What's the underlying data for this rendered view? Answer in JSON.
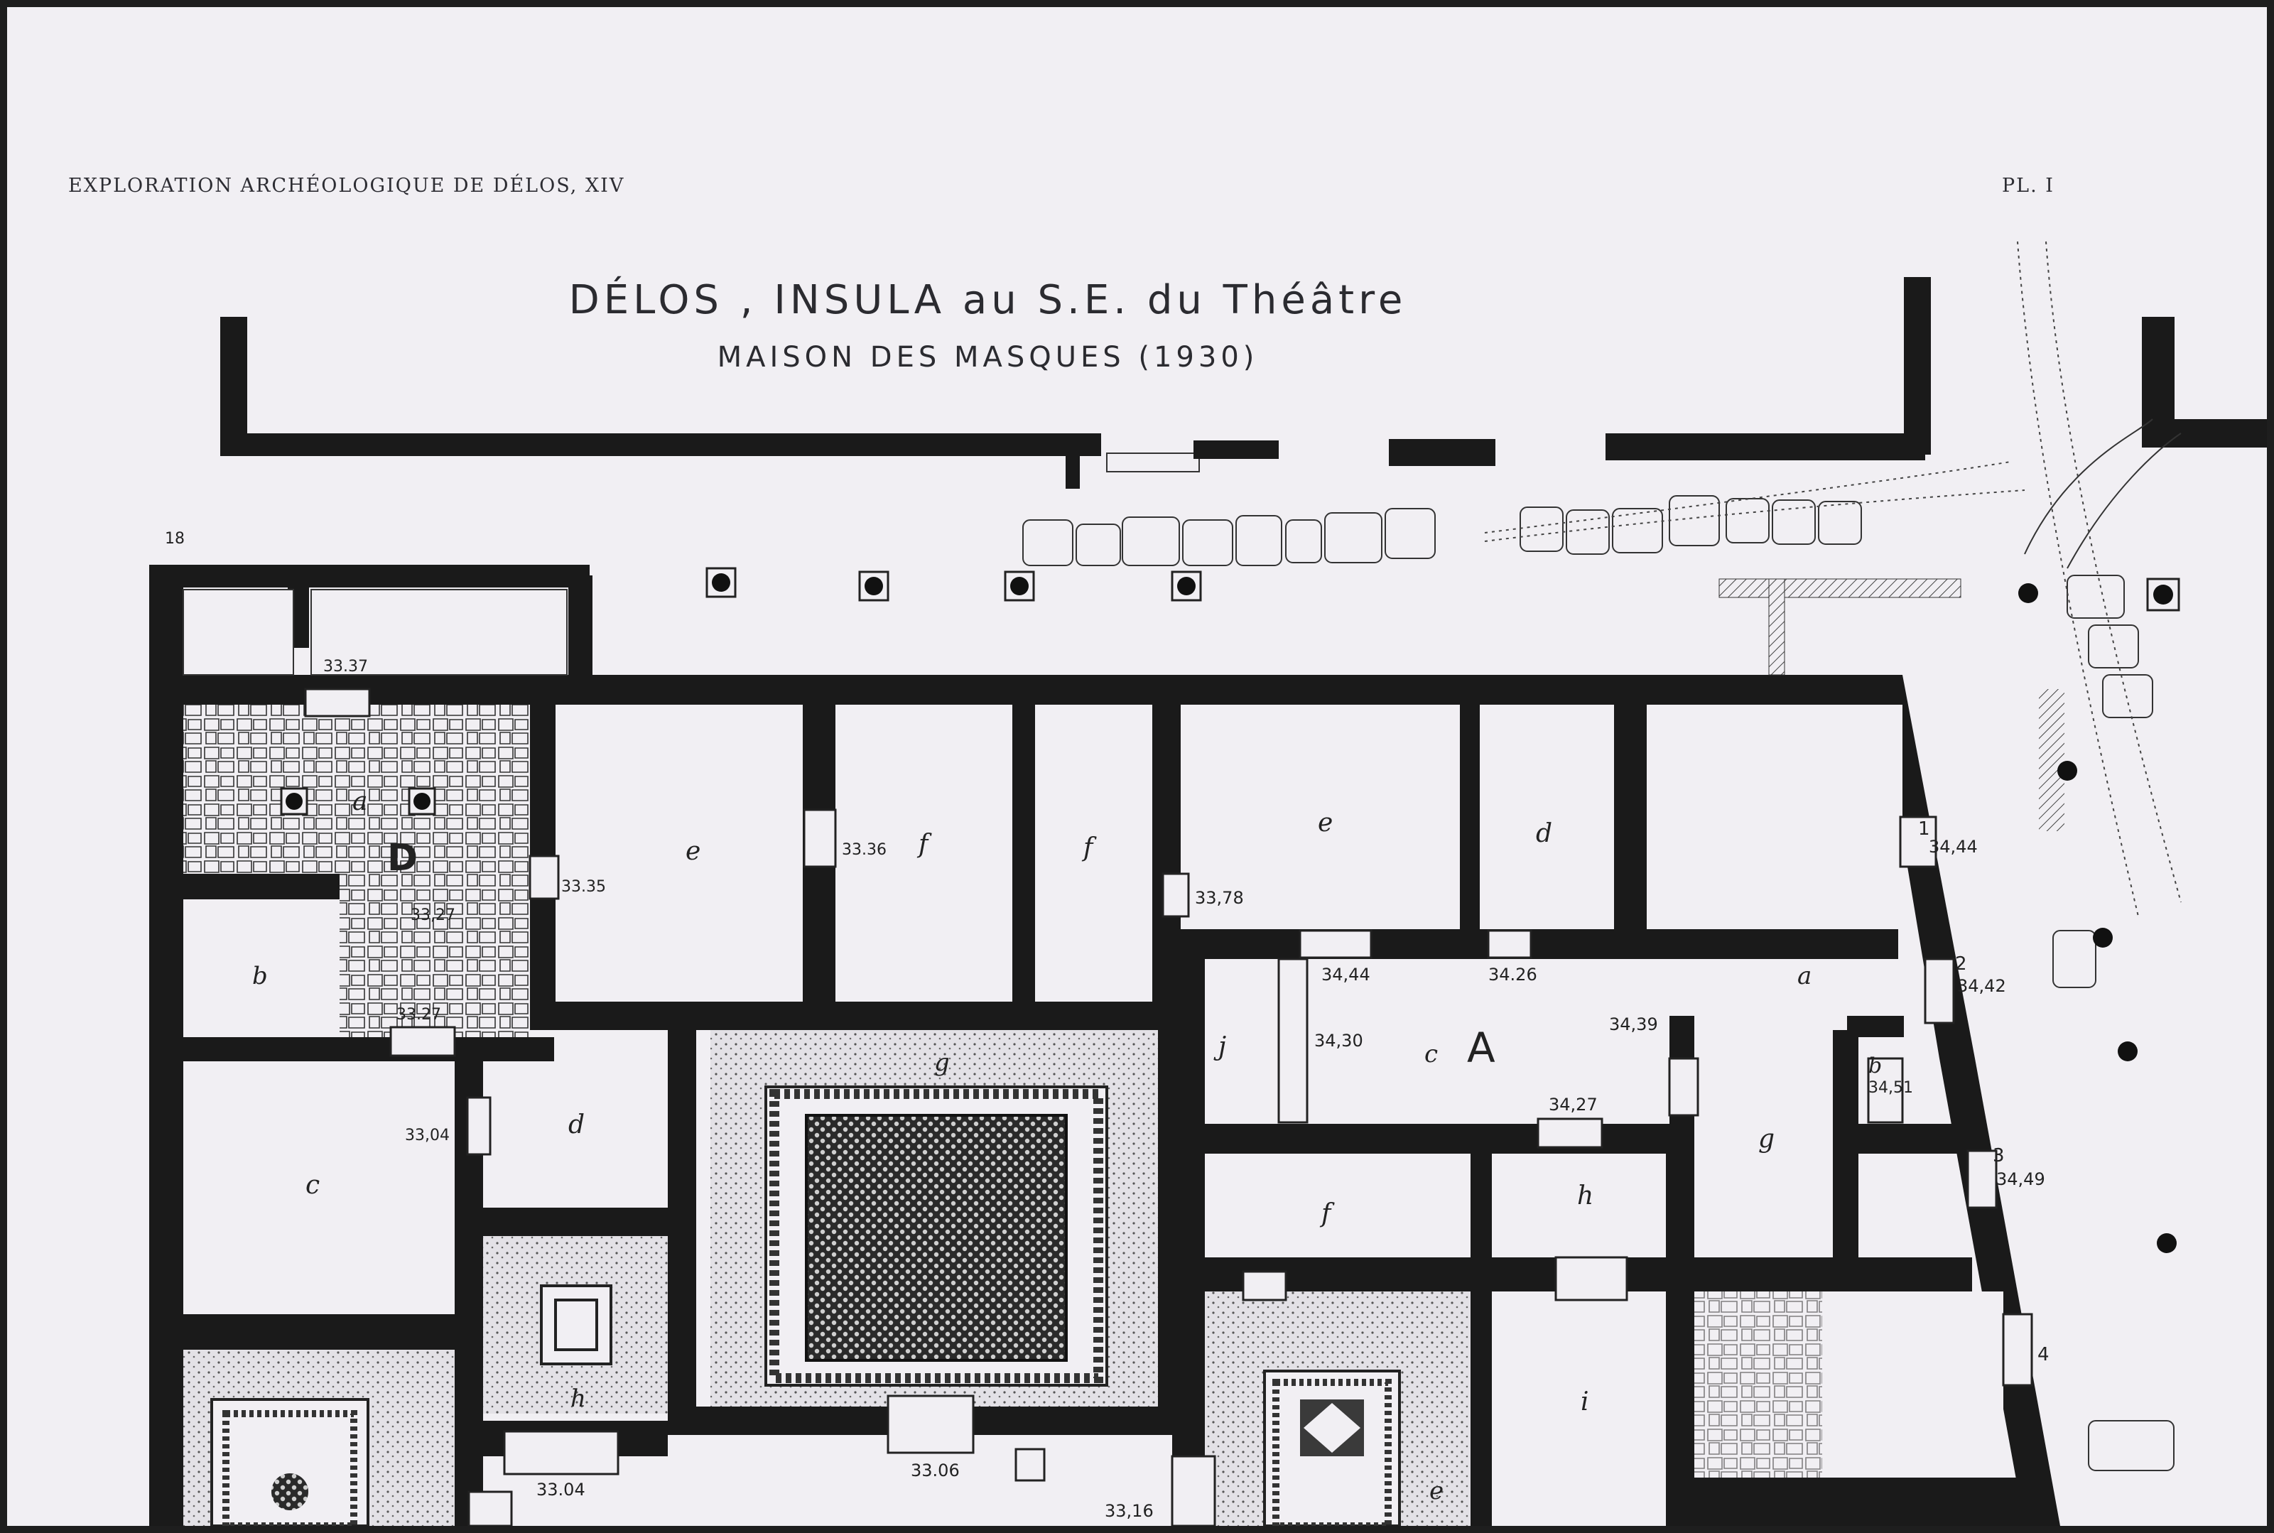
{
  "header": {
    "left": "EXPLORATION ARCHÉOLOGIQUE DE DÉLOS, XIV",
    "right": "PL. I"
  },
  "title": {
    "main": "DÉLOS , INSULA au S.E. du Théâtre",
    "sub": "MAISON DES MASQUES (1930)"
  },
  "house_labels": {
    "D": "D",
    "A": "A"
  },
  "rooms": {
    "D_a": "a",
    "D_b": "b",
    "D_c": "c",
    "D_d": "d",
    "D_e": "e",
    "f1": "f",
    "f2": "f",
    "e2": "e",
    "d2": "d",
    "g1": "g",
    "h1": "h",
    "A_a": "a",
    "A_b": "b",
    "A_c": "c",
    "A_j": "j",
    "A_f": "f",
    "A_h": "h",
    "A_g": "g",
    "A_i": "i",
    "A_e": "e"
  },
  "elevations": {
    "e1": "33.37",
    "e2": "33,27",
    "e3": "33.35",
    "e4": "33.36",
    "e5": "33.27",
    "e6": "33,04",
    "e7": "33,78",
    "e8": "34,44",
    "e9": "34.26",
    "e10": "34,44",
    "e11": "34,42",
    "e12": "34,30",
    "e13": "34,39",
    "e14": "34,27",
    "e15": "34,51",
    "e16": "34,49",
    "e17": "33.04",
    "e18": "33.06",
    "e19": "33,16"
  },
  "markers": {
    "m18": "18",
    "m1": "1",
    "m2": "2",
    "m3": "3",
    "m4": "4"
  }
}
